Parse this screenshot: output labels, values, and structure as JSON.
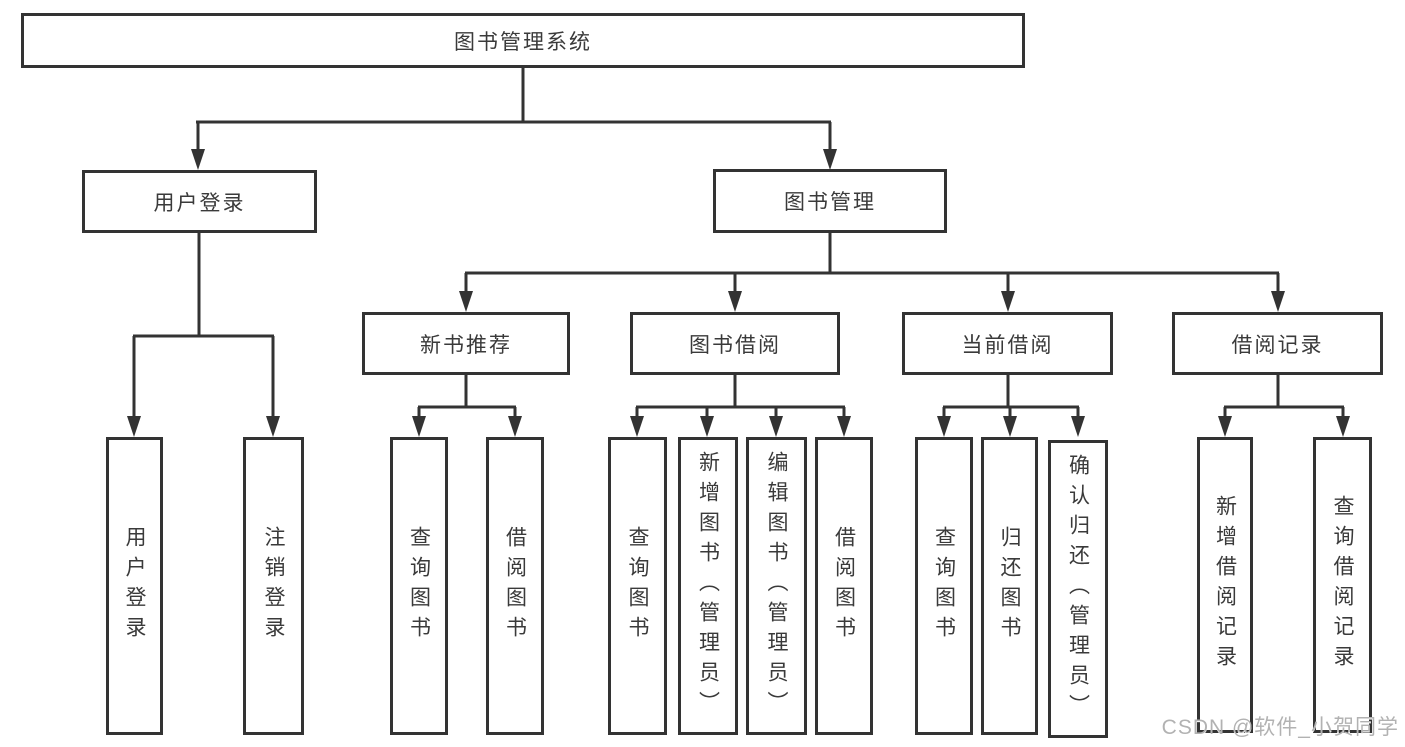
{
  "colors": {
    "line": "#333333",
    "text": "#3a3a3a",
    "watermark": "#b2b2b2"
  },
  "watermark": {
    "text": "CSDN @软件_小贺同学"
  },
  "tree": {
    "root": {
      "label": "图书管理系统"
    },
    "branches": [
      {
        "label": "用户登录",
        "children": [
          {
            "label": "用户登录"
          },
          {
            "label": "注销登录"
          }
        ]
      },
      {
        "label": "图书管理",
        "children": [
          {
            "label": "新书推荐",
            "children": [
              {
                "label": "查询图书"
              },
              {
                "label": "借阅图书"
              }
            ]
          },
          {
            "label": "图书借阅",
            "children": [
              {
                "label": "查询图书"
              },
              {
                "label": "新增图书（管理员）"
              },
              {
                "label": "编辑图书（管理员）"
              },
              {
                "label": "借阅图书"
              }
            ]
          },
          {
            "label": "当前借阅",
            "children": [
              {
                "label": "查询图书"
              },
              {
                "label": "归还图书"
              },
              {
                "label": "确认归还（管理员）"
              }
            ]
          },
          {
            "label": "借阅记录",
            "children": [
              {
                "label": "新增借阅记录"
              },
              {
                "label": "查询借阅记录"
              }
            ]
          }
        ]
      }
    ]
  }
}
